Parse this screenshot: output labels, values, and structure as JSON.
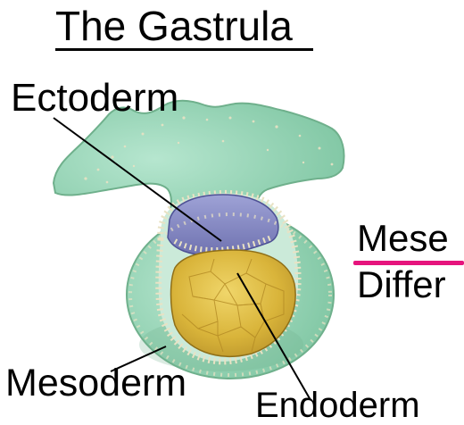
{
  "title": "The Gastrula",
  "labels": {
    "ectoderm": "Ectoderm",
    "mesoderm": "Mesoderm",
    "endoderm": "Endoderm"
  },
  "side_text": {
    "line1": "Mese",
    "line2": "Differ"
  },
  "colors": {
    "ectoderm": "#8c8fc8",
    "mesoderm": "#98d6b8",
    "endoderm": "#d8b63c",
    "cell_dots": "#e9e2c4",
    "accent_underline": "#e6147d"
  }
}
